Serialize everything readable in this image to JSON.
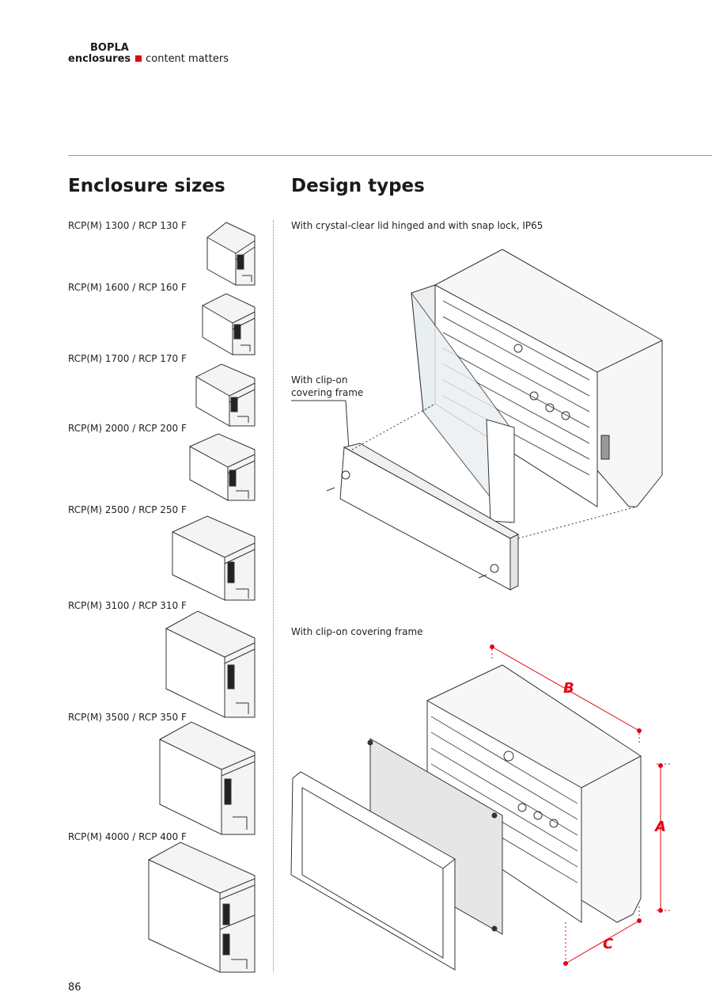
{
  "brand": {
    "name": "BOPLA",
    "word": "enclosures",
    "tagline": "content matters",
    "accent_color": "#e30613"
  },
  "headings": {
    "sizes": "Enclosure sizes",
    "types": "Design types"
  },
  "sizes": [
    "RCP(M) 1300 / RCP 130 F",
    "RCP(M) 1600 / RCP 160 F",
    "RCP(M) 1700 / RCP 170 F",
    "RCP(M) 2000 / RCP 200 F",
    "RCP(M) 2500 / RCP 250 F",
    "RCP(M) 3100 / RCP 310 F",
    "RCP(M) 3500 / RCP 350 F",
    "RCP(M) 4000 / RCP 400 F"
  ],
  "design_types": {
    "type1": "With crystal-clear lid hinged and with snap lock, IP65",
    "callout_line1": "With clip-on",
    "callout_line2": "covering frame",
    "type2": "With clip-on covering frame"
  },
  "dimensions": {
    "a": "A",
    "b": "B",
    "c": "C",
    "color": "#e30613"
  },
  "page_number": "86"
}
